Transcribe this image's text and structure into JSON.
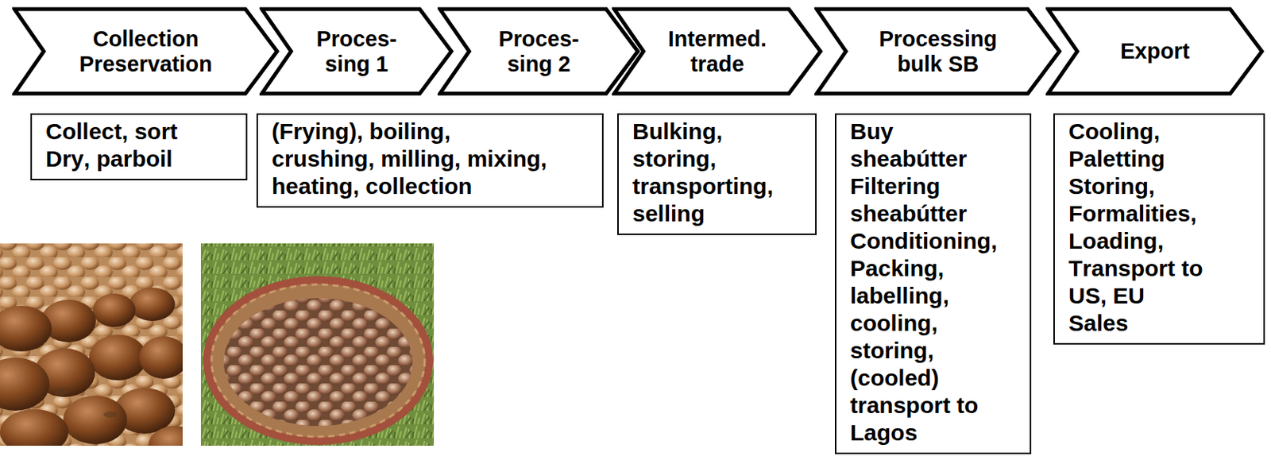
{
  "diagram": {
    "nodes": [
      {
        "text": [
          "Collection Preservation"
        ]
      },
      {
        "text": [
          "Proces- sing 1"
        ]
      },
      {
        "text": [
          "Proces- sing 2"
        ]
      },
      {
        "text": [
          "Intermed. trade"
        ]
      },
      {
        "text": [
          "Processing bulk SB"
        ]
      },
      {
        "text": [
          "Export"
        ]
      },
      {
        "text": [
          "Collect, sort Dry, parboil"
        ]
      },
      {
        "text": [
          "(Frying), boiling, crushing, milling, mixing, heating, collection"
        ]
      },
      {
        "text": [
          "Bulking, storing, transporting, selling"
        ]
      },
      {
        "text": [
          "Buy sheabútter Filtering sheabútter Conditioning, Packing, labelling, cooling, storing, (cooled) transport to Lagos"
        ]
      },
      {
        "text": [
          "Cooling, Paletting Storing, Formalities, Loading, Transport to US, EU Sales"
        ]
      }
    ]
  }
}
